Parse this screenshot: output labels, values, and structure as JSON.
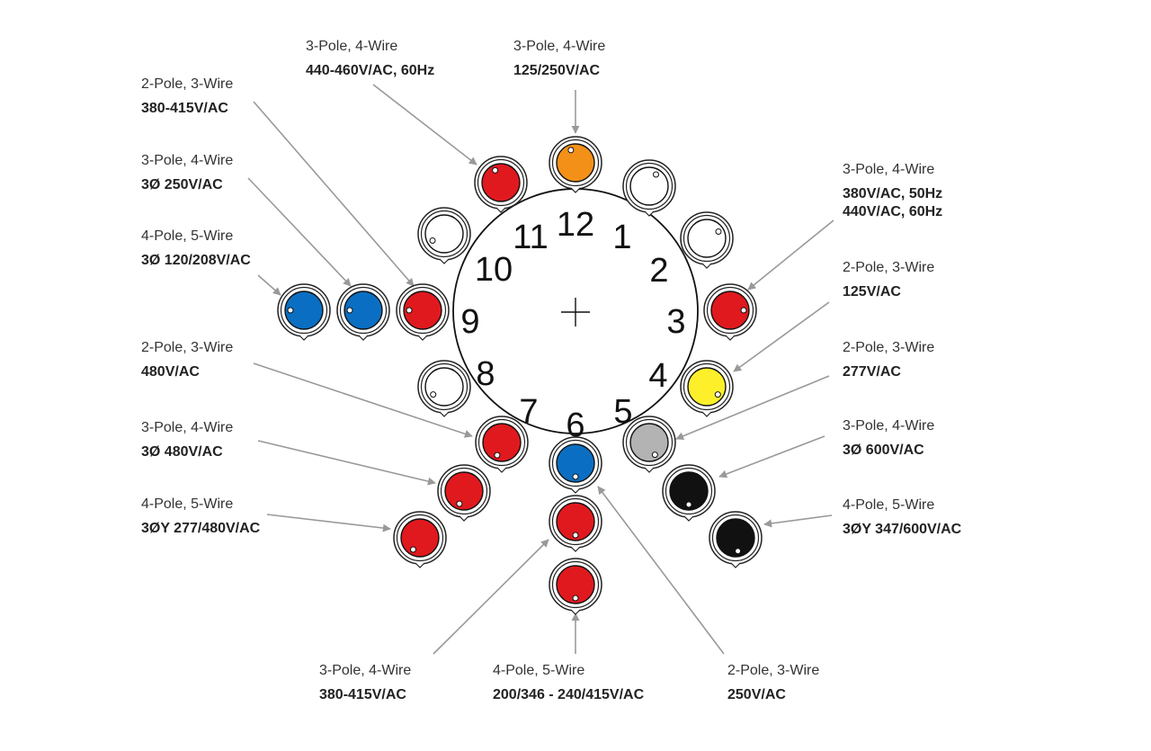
{
  "colors": {
    "red": "#e0191e",
    "orange": "#f39018",
    "white": "#ffffff",
    "blue": "#0a6fc2",
    "yellow": "#fdf02a",
    "gray": "#b3b3b3",
    "black": "#111111",
    "leader": "#999999"
  },
  "dial": {
    "hours": [
      "12",
      "1",
      "2",
      "3",
      "4",
      "5",
      "6",
      "7",
      "8",
      "9",
      "10",
      "11"
    ]
  },
  "receptacles": [
    {
      "id": "r12",
      "color": "orange"
    },
    {
      "id": "r1",
      "color": "white"
    },
    {
      "id": "r2",
      "color": "white"
    },
    {
      "id": "r3",
      "color": "red"
    },
    {
      "id": "r4",
      "color": "yellow"
    },
    {
      "id": "r5",
      "color": "gray"
    },
    {
      "id": "r6",
      "color": "blue"
    },
    {
      "id": "r7",
      "color": "red"
    },
    {
      "id": "r8",
      "color": "white"
    },
    {
      "id": "r9",
      "color": "red"
    },
    {
      "id": "r10",
      "color": "white"
    },
    {
      "id": "r11",
      "color": "red"
    },
    {
      "id": "r3p480",
      "color": "red"
    },
    {
      "id": "r4p480",
      "color": "red"
    },
    {
      "id": "r3p250",
      "color": "blue"
    },
    {
      "id": "r4p208",
      "color": "blue"
    },
    {
      "id": "r3p600",
      "color": "black"
    },
    {
      "id": "r4p600",
      "color": "black"
    },
    {
      "id": "r6a",
      "color": "red"
    },
    {
      "id": "r6b",
      "color": "red"
    }
  ],
  "labels": [
    {
      "id": "l-top-mid",
      "pole": "3-Pole, 4-Wire",
      "volt": [
        "125/250V/AC"
      ]
    },
    {
      "id": "l-top-left",
      "pole": "3-Pole, 4-Wire",
      "volt": [
        "440-460V/AC, 60Hz"
      ]
    },
    {
      "id": "l-2p-380",
      "pole": "2-Pole, 3-Wire",
      "volt": [
        "380-415V/AC"
      ]
    },
    {
      "id": "l-3p-250",
      "pole": "3-Pole, 4-Wire",
      "volt": [
        "3Ø 250V/AC"
      ]
    },
    {
      "id": "l-4p-208",
      "pole": "4-Pole, 5-Wire",
      "volt": [
        "3Ø 120/208V/AC"
      ]
    },
    {
      "id": "l-2p-480",
      "pole": "2-Pole, 3-Wire",
      "volt": [
        "480V/AC"
      ]
    },
    {
      "id": "l-3p-480",
      "pole": "3-Pole, 4-Wire",
      "volt": [
        "3Ø 480V/AC"
      ]
    },
    {
      "id": "l-4p-480",
      "pole": "4-Pole, 5-Wire",
      "volt": [
        "3ØY 277/480V/AC"
      ]
    },
    {
      "id": "l-3p-380-50",
      "pole": "3-Pole, 4-Wire",
      "volt": [
        "380V/AC, 50Hz",
        "440V/AC, 60Hz"
      ]
    },
    {
      "id": "l-2p-125",
      "pole": "2-Pole, 3-Wire",
      "volt": [
        "125V/AC"
      ]
    },
    {
      "id": "l-2p-277",
      "pole": "2-Pole, 3-Wire",
      "volt": [
        "277V/AC"
      ]
    },
    {
      "id": "l-3p-600",
      "pole": "3-Pole, 4-Wire",
      "volt": [
        "3Ø 600V/AC"
      ]
    },
    {
      "id": "l-4p-600",
      "pole": "4-Pole, 5-Wire",
      "volt": [
        "3ØY 347/600V/AC"
      ]
    },
    {
      "id": "l-3p-380b",
      "pole": "3-Pole, 4-Wire",
      "volt": [
        "380-415V/AC"
      ]
    },
    {
      "id": "l-4p-346",
      "pole": "4-Pole, 5-Wire",
      "volt": [
        "200/346 - 240/415V/AC"
      ]
    },
    {
      "id": "l-2p-250",
      "pole": "2-Pole, 3-Wire",
      "volt": [
        "250V/AC"
      ]
    }
  ]
}
